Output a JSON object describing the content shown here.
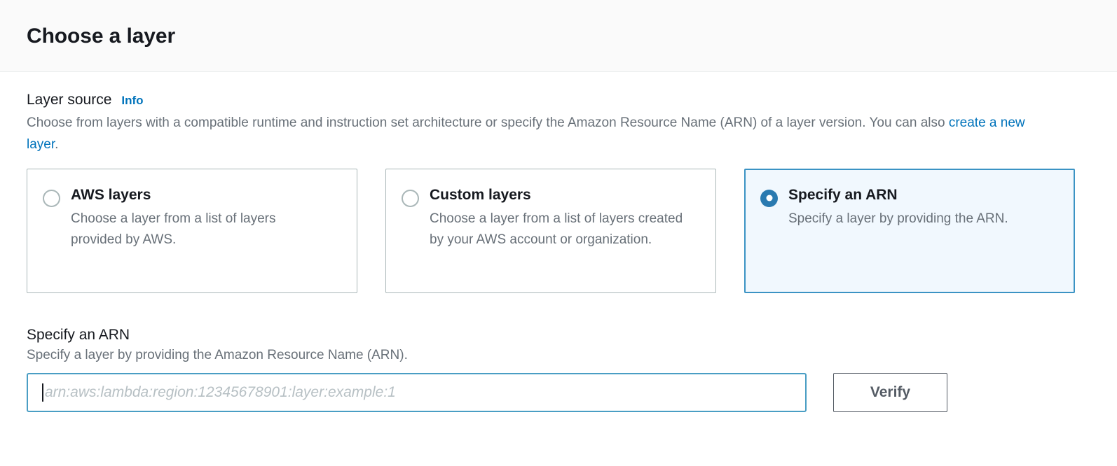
{
  "header": {
    "title": "Choose a layer"
  },
  "layer_source": {
    "label": "Layer source",
    "info_label": "Info",
    "description_part1": "Choose from layers with a compatible runtime and instruction set architecture or specify the Amazon Resource Name (ARN) of a layer version. You can also ",
    "description_link": "create a new layer",
    "description_part2": ".",
    "options": [
      {
        "title": "AWS layers",
        "description": "Choose a layer from a list of layers provided by AWS.",
        "selected": false
      },
      {
        "title": "Custom layers",
        "description": "Choose a layer from a list of layers created by your AWS account or organization.",
        "selected": false
      },
      {
        "title": "Specify an ARN",
        "description": "Specify a layer by providing the ARN.",
        "selected": true
      }
    ]
  },
  "arn_section": {
    "heading": "Specify an ARN",
    "description": "Specify a layer by providing the Amazon Resource Name (ARN).",
    "input_value": "",
    "input_placeholder": "arn:aws:lambda:region:12345678901:layer:example:1",
    "verify_label": "Verify"
  },
  "colors": {
    "accent_blue": "#0073bb",
    "selected_border": "#3b93c4",
    "selected_fill": "#f1f8fe",
    "radio_checked": "#2a7ab0",
    "input_focus_border": "#4a9ec4",
    "text_primary": "#16191f",
    "text_secondary": "#687078",
    "header_bg": "#fafafa",
    "tile_border": "#aab7b8",
    "button_border": "#545b64"
  }
}
